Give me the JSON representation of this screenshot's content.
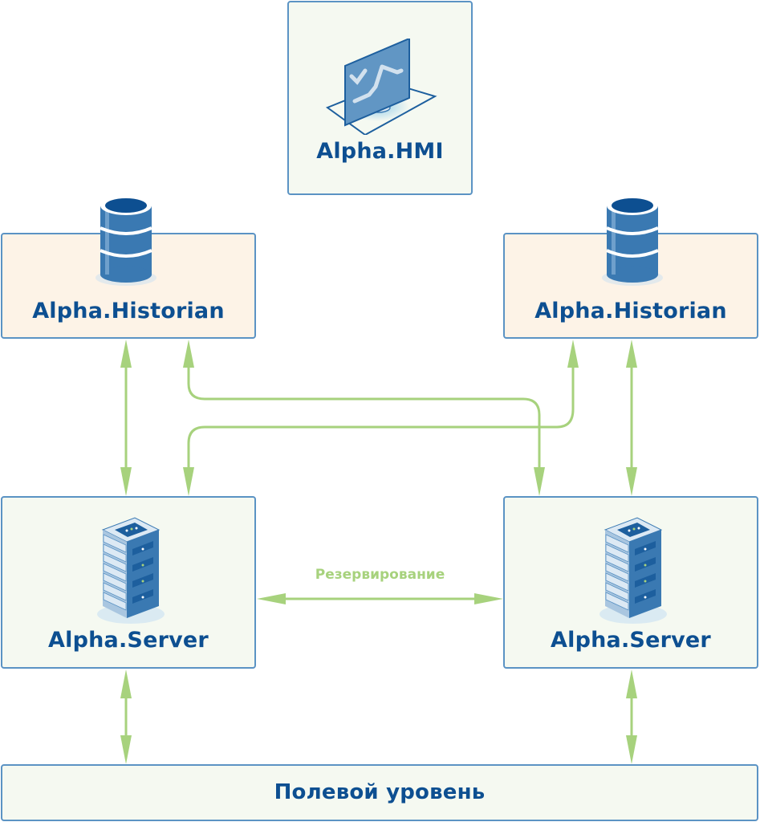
{
  "colors": {
    "box_border": "#5b93c4",
    "label_text": "#0d4f91",
    "connector": "#a7d27d",
    "box_green_bg": "#f5f9f1",
    "box_beige_bg": "#fdf3e7",
    "icon_blue": "#3a79b2"
  },
  "nodes": {
    "hmi": {
      "label": "Alpha.HMI",
      "icon": "monitor-icon"
    },
    "historian_left": {
      "label": "Alpha.Historian",
      "icon": "database-icon"
    },
    "historian_right": {
      "label": "Alpha.Historian",
      "icon": "database-icon"
    },
    "server_left": {
      "label": "Alpha.Server",
      "icon": "server-rack-icon"
    },
    "server_right": {
      "label": "Alpha.Server",
      "icon": "server-rack-icon"
    },
    "field_level": {
      "label": "Полевой уровень"
    }
  },
  "edges": [
    {
      "from": "historian_left",
      "to": "server_left",
      "direction": "bidirectional"
    },
    {
      "from": "historian_left",
      "to": "server_right",
      "direction": "bidirectional"
    },
    {
      "from": "historian_right",
      "to": "server_left",
      "direction": "bidirectional"
    },
    {
      "from": "historian_right",
      "to": "server_right",
      "direction": "bidirectional"
    },
    {
      "from": "server_left",
      "to": "server_right",
      "direction": "bidirectional",
      "label": "Резервирование"
    },
    {
      "from": "server_left",
      "to": "field_level",
      "direction": "bidirectional"
    },
    {
      "from": "server_right",
      "to": "field_level",
      "direction": "bidirectional"
    }
  ],
  "redundancy_label": "Резервирование"
}
